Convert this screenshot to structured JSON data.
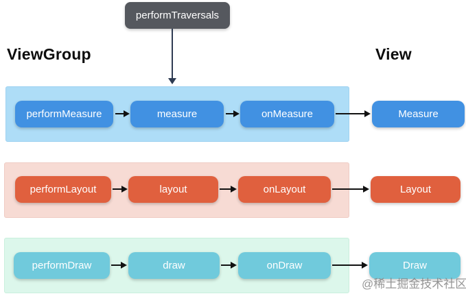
{
  "title_node": {
    "label": "performTraversals"
  },
  "column_headers": {
    "left": "ViewGroup",
    "right": "View"
  },
  "rows": [
    {
      "phase": "measure",
      "steps": [
        "performMeasure",
        "measure",
        "onMeasure"
      ],
      "result": "Measure",
      "box_color": "#4191E2",
      "band_color": "#AEDDF7"
    },
    {
      "phase": "layout",
      "steps": [
        "performLayout",
        "layout",
        "onLayout"
      ],
      "result": "Layout",
      "box_color": "#E0603E",
      "band_color": "#F7DBD4"
    },
    {
      "phase": "draw",
      "steps": [
        "performDraw",
        "draw",
        "onDraw"
      ],
      "result": "Draw",
      "box_color": "#70CADC",
      "band_color": "#DCF7EB"
    }
  ],
  "watermark": "@稀土掘金技术社区",
  "colors": {
    "root_node_bg": "#55585E",
    "node_text": "#FFFFFF",
    "arrow": "#111111",
    "vertical_arrow": "#2E3B52",
    "background": "#FFFFFF"
  }
}
